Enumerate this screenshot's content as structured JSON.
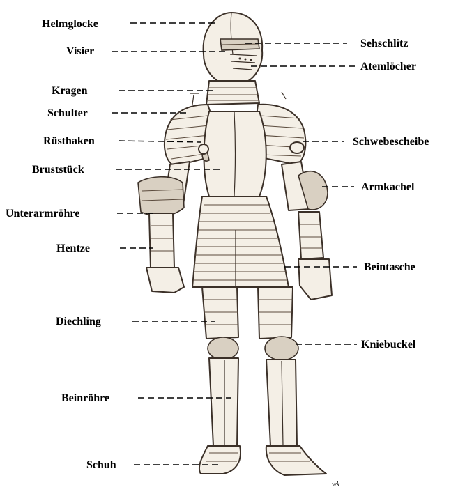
{
  "labels": {
    "helmglocke": "Helmglocke",
    "visier": "Visier",
    "kragen": "Kragen",
    "schulter": "Schulter",
    "ruesthaken": "Rüsthaken",
    "bruststueck": "Bruststück",
    "unterarmroehre": "Unterarmröhre",
    "hentze": "Hentze",
    "diechling": "Diechling",
    "beinroehre": "Beinröhre",
    "schuh": "Schuh",
    "sehschlitz": "Sehschlitz",
    "atemloecher": "Atemlöcher",
    "schwebescheibe": "Schwebescheibe",
    "armkachel": "Armkachel",
    "beintasche": "Beintasche",
    "kniebuckel": "Kniebuckel"
  },
  "artist_mark": "wk"
}
